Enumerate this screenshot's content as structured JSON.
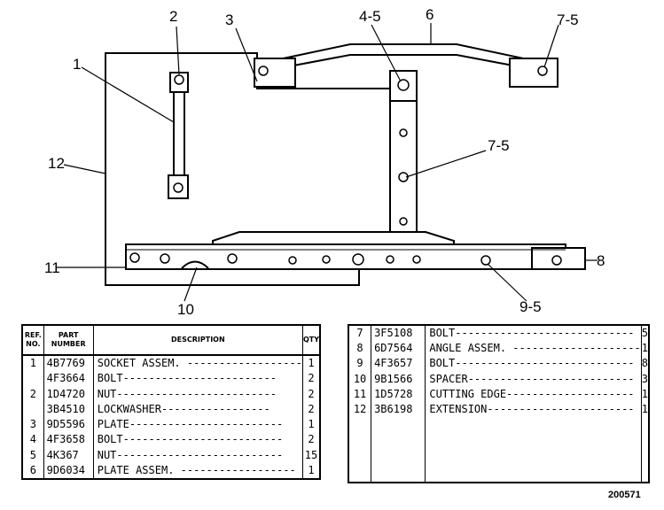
{
  "callouts": {
    "c1": "1",
    "c2": "2",
    "c3": "3",
    "c4": "4-5",
    "c5": "6",
    "c6": "7-5",
    "c7": "7-5",
    "c8": "12",
    "c9": "11",
    "c10": "10",
    "c11": "8",
    "c12": "9-5"
  },
  "table_headers": {
    "ref": [
      "REF.",
      "NO."
    ],
    "part": [
      "PART",
      "NUMBER"
    ],
    "description": "DESCRIPTION",
    "qty": "QTY"
  },
  "parts_left": [
    {
      "ref": "1",
      "part": "4B7769",
      "desc": "SOCKET ASSEM. ------------------",
      "qty": "1"
    },
    {
      "ref": "",
      "part": "4F3664",
      "desc": "BOLT------------------------",
      "qty": "2"
    },
    {
      "ref": "2",
      "part": "1D4720",
      "desc": "NUT-------------------------",
      "qty": "2"
    },
    {
      "ref": "",
      "part": "3B4510",
      "desc": "LOCKWASHER-----------------",
      "qty": "2"
    },
    {
      "ref": "3",
      "part": "9D5596",
      "desc": "PLATE------------------------",
      "qty": "1"
    },
    {
      "ref": "4",
      "part": "4F3658",
      "desc": "BOLT-------------------------",
      "qty": "2"
    },
    {
      "ref": "5",
      "part": "4K367",
      "desc": "NUT--------------------------",
      "qty": "15"
    },
    {
      "ref": "6",
      "part": "9D6034",
      "desc": "PLATE ASSEM. ------------------",
      "qty": "1"
    }
  ],
  "parts_right": [
    {
      "ref": "7",
      "part": "3F5108",
      "desc": "BOLT----------------------------",
      "qty": "5"
    },
    {
      "ref": "8",
      "part": "6D7564",
      "desc": "ANGLE ASSEM. --------------------",
      "qty": "1"
    },
    {
      "ref": "9",
      "part": "4F3657",
      "desc": "BOLT----------------------------",
      "qty": "8"
    },
    {
      "ref": "10",
      "part": "9B1566",
      "desc": "SPACER--------------------------",
      "qty": "3"
    },
    {
      "ref": "11",
      "part": "1D5728",
      "desc": "CUTTING EDGE--------------------",
      "qty": "1"
    },
    {
      "ref": "12",
      "part": "3B6198",
      "desc": "EXTENSION-----------------------",
      "qty": "1"
    }
  ],
  "figure_number": "200571"
}
